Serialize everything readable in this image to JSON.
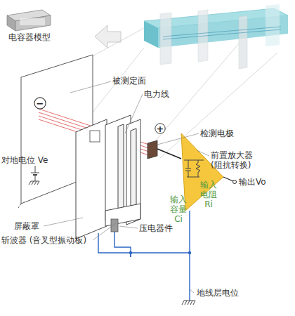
{
  "diagram": {
    "nodes": [
      {
        "text": [
          "−"
        ]
      },
      {
        "text": [
          "+"
        ]
      }
    ],
    "labels": [
      "电容器模型",
      "被测定面",
      "电力线",
      "检测电极",
      "前置放大器 (阻抗转换)",
      "输入 电阻 Ri",
      "输入 容量 Ci",
      "输出Vo",
      "对地电位 Ve",
      "屏蔽罩",
      "斩波器 (音叉型振动板)",
      "压电器件",
      "地线层电位"
    ]
  }
}
